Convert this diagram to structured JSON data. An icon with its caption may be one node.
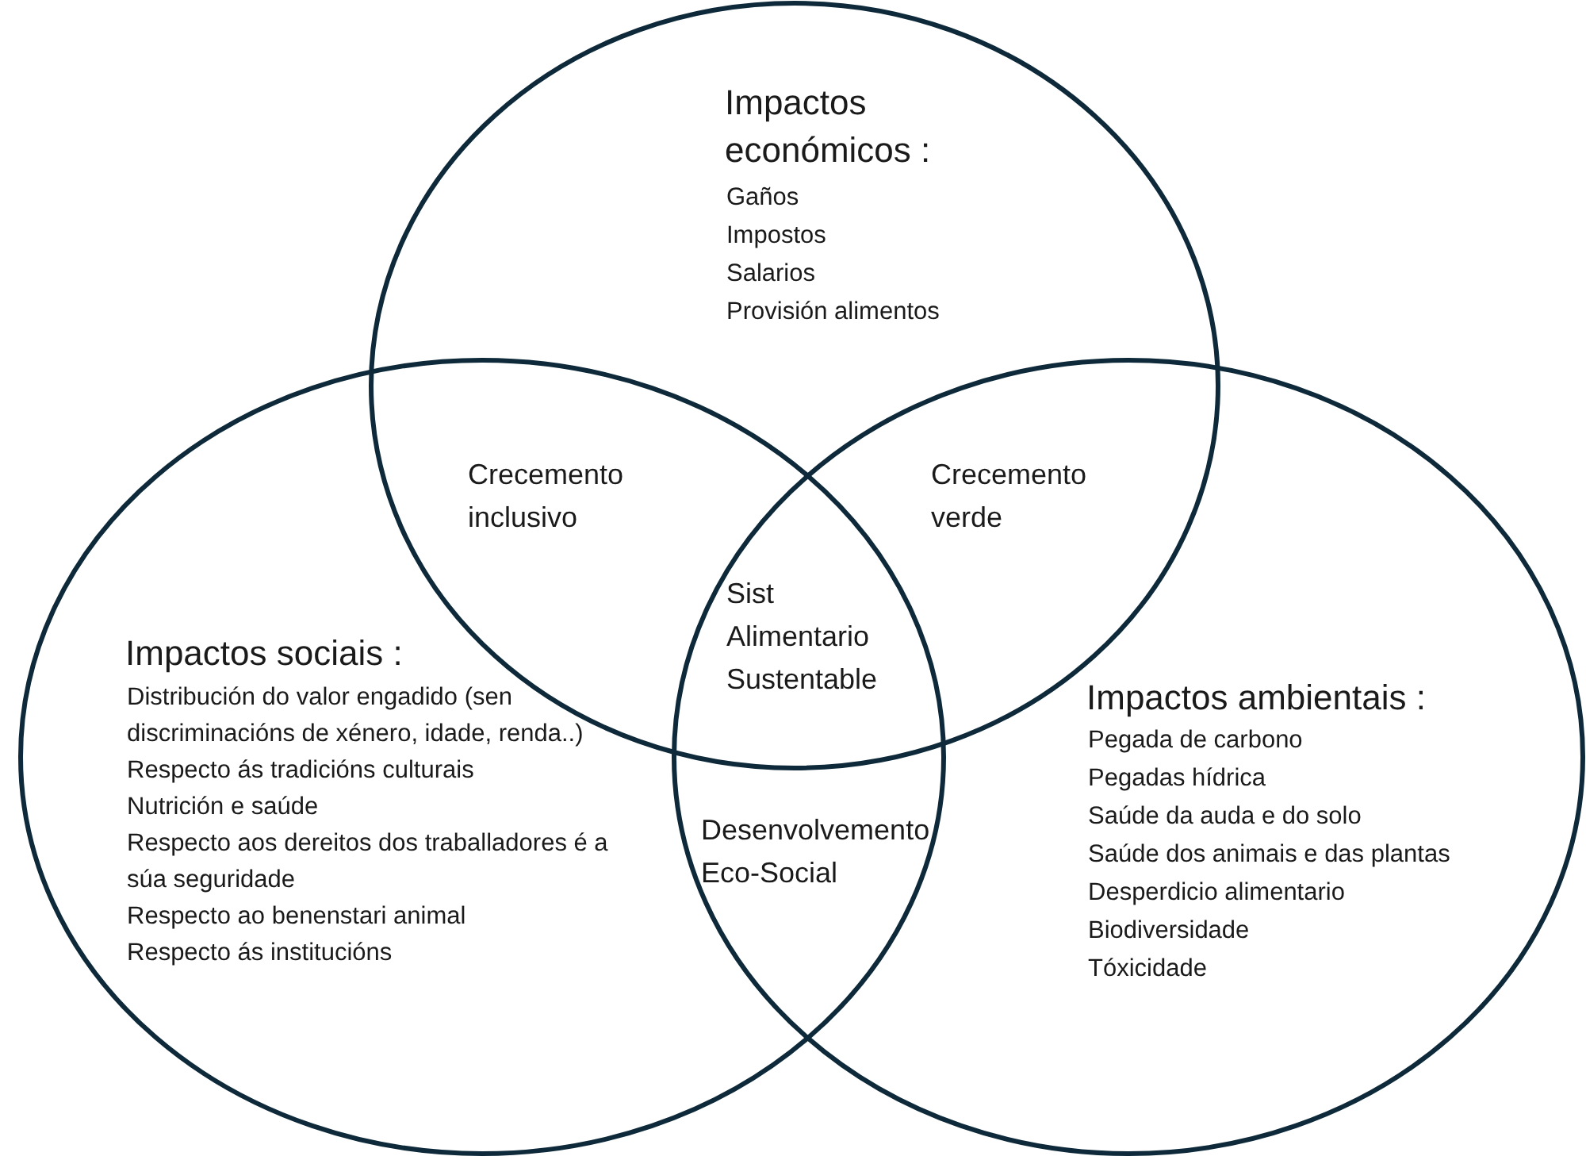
{
  "diagram": {
    "nodes": [
      {
        "text": [
          "Impactos económicos :",
          "Gaños",
          "Impostos",
          "Salarios",
          "Provisión alimentos"
        ]
      },
      {
        "text": [
          "Impactos sociais :",
          "Distribución do valor engadido (sen discriminacións de xénero, idade, renda..)",
          "Respecto ás tradicións culturais",
          "Nutrición e saúde",
          "Respecto aos dereitos dos traballadores é a súa seguridade",
          "Respecto ao benenstari animal",
          "Respecto ás institucións"
        ]
      },
      {
        "text": [
          "Impactos ambientais :",
          "Pegada de carbono",
          "Pegadas hídrica",
          "Saúde da auda e do solo",
          "Saúde dos animais e das plantas",
          "Desperdicio alimentario",
          "Biodiversidade",
          "Tóxicidade"
        ]
      }
    ],
    "labels": [
      "Crecemento inclusivo",
      "Crecemento verde",
      "Sist Alimentario Sustentable",
      "Desenvolvemento Eco-Social"
    ]
  }
}
